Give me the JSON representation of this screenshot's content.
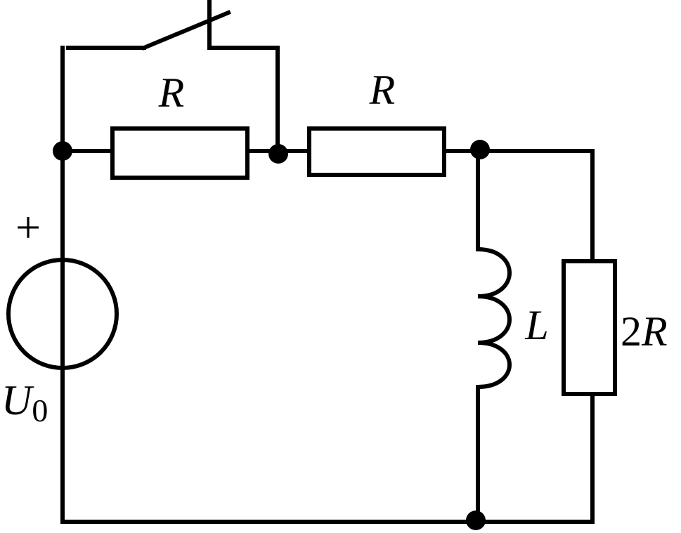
{
  "labels": {
    "r1": "R",
    "r2": "R",
    "inductor": "L",
    "r3_coef": "2",
    "r3_sym": "R",
    "source_sym": "U",
    "source_sub": "0",
    "polarity": "+"
  },
  "components": [
    {
      "id": "source",
      "type": "voltage-source",
      "label": "U0",
      "polarity": "+"
    },
    {
      "id": "switch",
      "type": "switch",
      "state": "open"
    },
    {
      "id": "r1",
      "type": "resistor",
      "label": "R"
    },
    {
      "id": "r2",
      "type": "resistor",
      "label": "R"
    },
    {
      "id": "inductor",
      "type": "inductor",
      "label": "L"
    },
    {
      "id": "r3",
      "type": "resistor",
      "label": "2R"
    }
  ],
  "style": {
    "stroke": "#000000",
    "background": "#ffffff"
  }
}
